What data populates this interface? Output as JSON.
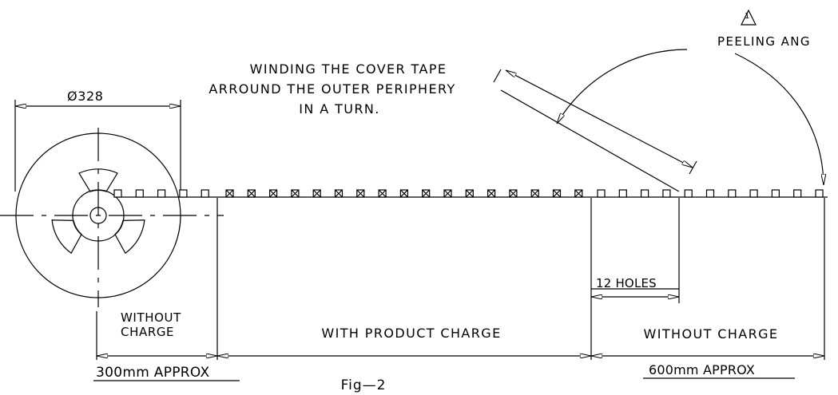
{
  "drawing": {
    "peeling_marker": "1",
    "peeling_label": "PEELING ANG",
    "winding_note": [
      "WINDING THE COVER TAPE",
      "ARROUND THE OUTER PERIPHERY",
      "IN A TURN."
    ],
    "reel_diameter": "Ø328",
    "holes_label": "12 HOLES",
    "without_charge_left": [
      "WITHOUT",
      "CHARGE"
    ],
    "with_product": "WITH PRODUCT CHARGE",
    "without_charge_right": "WITHOUT CHARGE",
    "approx_left": "300mm APPROX",
    "approx_right": "600mm APPROX",
    "figure_caption": "Fig—2"
  }
}
